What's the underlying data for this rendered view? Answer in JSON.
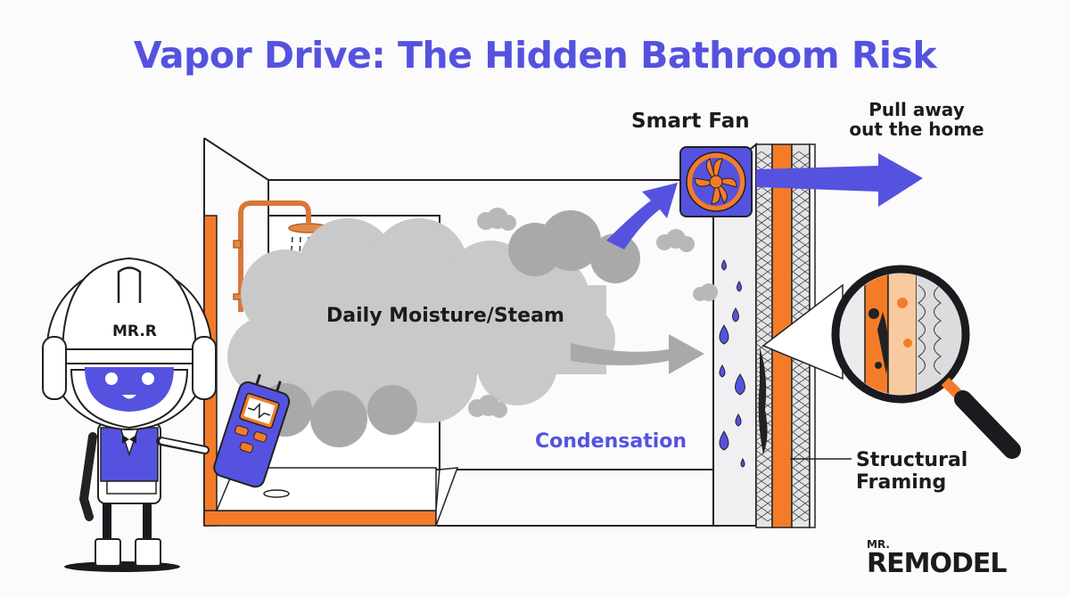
{
  "title": "Vapor Drive: The Hidden Bathroom Risk",
  "labels": {
    "smart_fan": "Smart Fan",
    "pull_away_line1": "Pull away",
    "pull_away_line2": "out the home",
    "steam": "Daily Moisture/Steam",
    "condensation": "Condensation",
    "structural_line1": "Structural",
    "structural_line2": "Framing"
  },
  "mascot": {
    "helmet_text": "MR.R",
    "tool": "moisture-meter"
  },
  "logo": {
    "small": "MR.",
    "big": "REMODEL"
  },
  "colors": {
    "accent_purple": "#5552e0",
    "orange": "#f47c28",
    "steam_gray": "#c9c9c9",
    "ink": "#1a1a1f"
  }
}
